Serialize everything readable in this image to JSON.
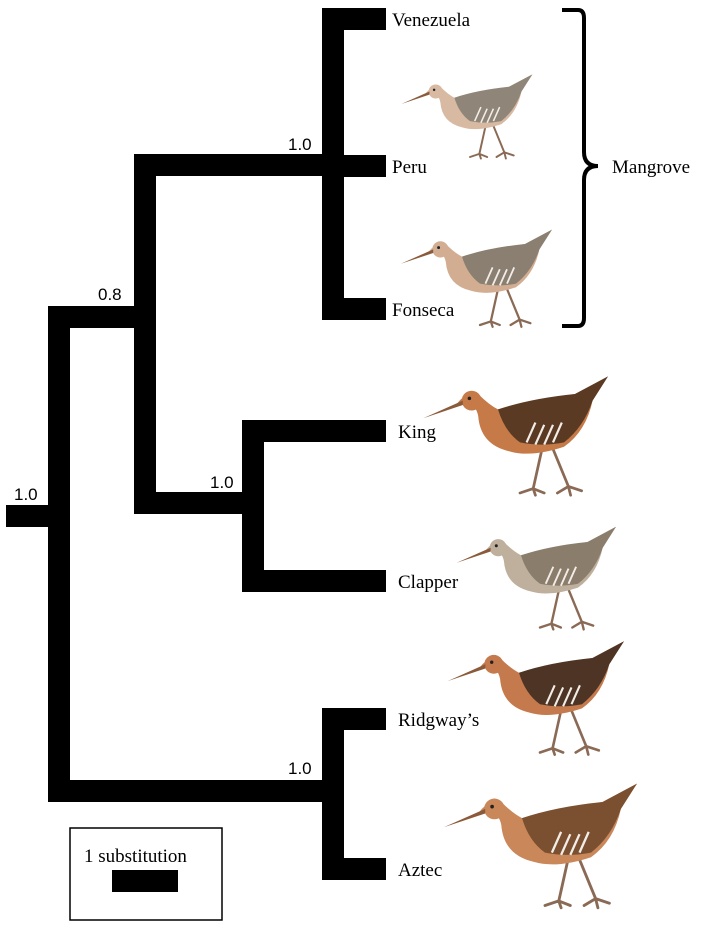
{
  "taxa": [
    {
      "id": "venezuela",
      "label": "Venezuela"
    },
    {
      "id": "peru",
      "label": "Peru"
    },
    {
      "id": "fonseca",
      "label": "Fonseca"
    },
    {
      "id": "king",
      "label": "King"
    },
    {
      "id": "clapper",
      "label": "Clapper"
    },
    {
      "id": "ridgways",
      "label": "Ridgway’s"
    },
    {
      "id": "aztec",
      "label": "Aztec"
    }
  ],
  "support_values": {
    "root": "1.0",
    "node_a": "0.8",
    "mangrove": "1.0",
    "king_clapper": "1.0",
    "ridgways_aztec": "1.0"
  },
  "group_bracket": {
    "label": "Mangrove"
  },
  "scale_bar": {
    "label": "1 substitution"
  },
  "colors": {
    "branch": "#000000",
    "bird_light_body": "#c9a98f",
    "bird_light_back": "#8d8273",
    "bird_rufous_body": "#c07a48",
    "bird_dark_back": "#5a3a24",
    "bird_gray_body": "#b8aa98",
    "bird_legs": "#8a6a55"
  },
  "illustrations": [
    {
      "id": "bird-peru",
      "style": "pale-gray"
    },
    {
      "id": "bird-fonseca",
      "style": "pale-gray"
    },
    {
      "id": "bird-king",
      "style": "rufous-dark"
    },
    {
      "id": "bird-clapper",
      "style": "gray"
    },
    {
      "id": "bird-ridgways",
      "style": "rufous-dark"
    },
    {
      "id": "bird-aztec",
      "style": "rufous"
    }
  ]
}
